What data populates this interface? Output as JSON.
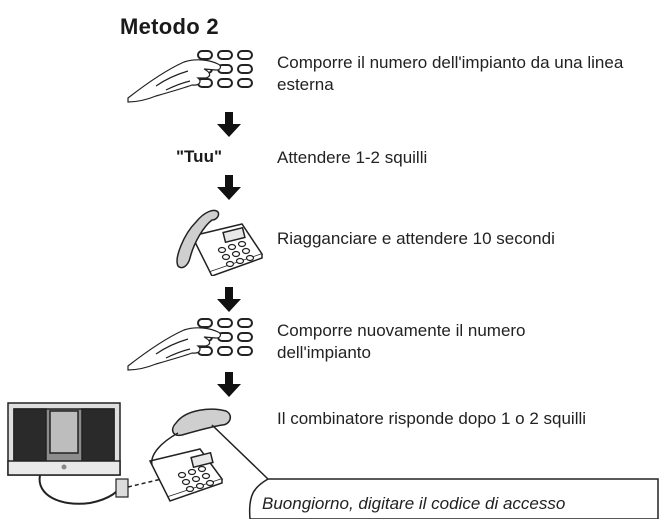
{
  "title": "Metodo 2",
  "tone_label": "\"Tuu\"",
  "steps": [
    {
      "text": "Comporre il numero dell'impianto da una linea esterna",
      "icon": "hand-keypad-icon"
    },
    {
      "text": "Attendere 1-2 squilli",
      "icon": "ring-tone"
    },
    {
      "text": "Riagganciare e attendere 10 secondi",
      "icon": "telephone-icon"
    },
    {
      "text": "Comporre nuovamente il numero dell'impianto",
      "icon": "hand-keypad-icon"
    },
    {
      "text": "Il combinatore risponde dopo 1 o 2 squilli",
      "icon": "control-panel-phone-icon"
    }
  ],
  "speech_bubble": "Buongiorno, digitare il codice di accesso"
}
